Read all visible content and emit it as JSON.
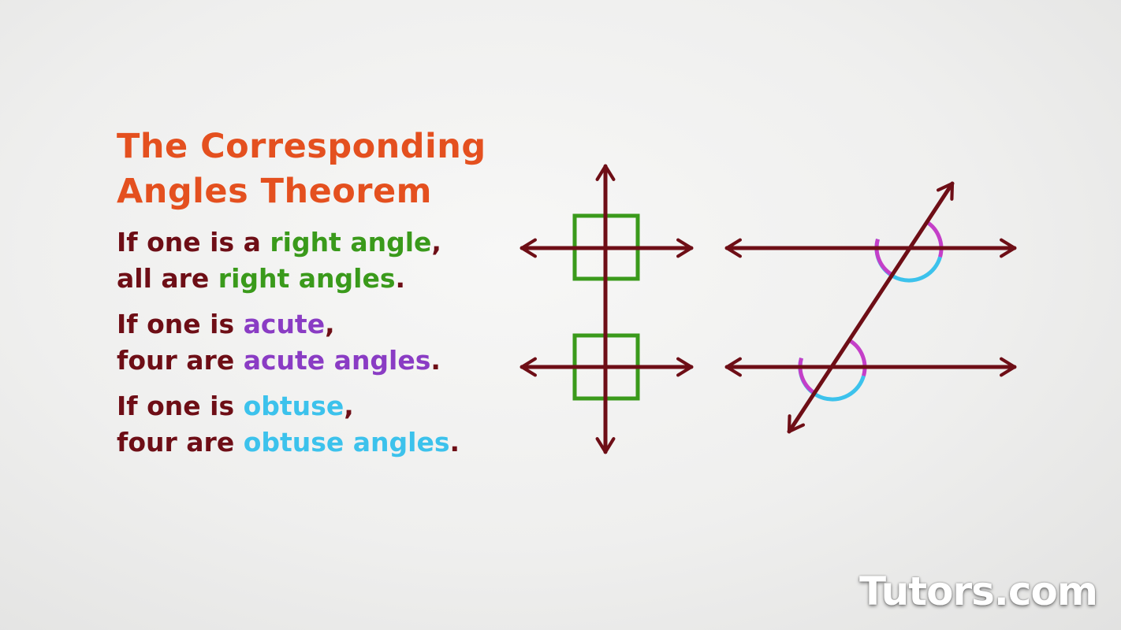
{
  "title": {
    "line1": "The Corresponding",
    "line2": "Angles Theorem"
  },
  "rules": [
    {
      "l1_prefix": "If one is a ",
      "l1_highlight": "right angle",
      "l1_suffix": ",",
      "l2_prefix": "all are ",
      "l2_highlight": "right angles",
      "l2_suffix": "."
    },
    {
      "l1_prefix": "If one is ",
      "l1_highlight": "acute",
      "l1_suffix": ",",
      "l2_prefix": "four are ",
      "l2_highlight": "acute angles",
      "l2_suffix": "."
    },
    {
      "l1_prefix": "If one is ",
      "l1_highlight": "obtuse",
      "l1_suffix": ",",
      "l2_prefix": "four are ",
      "l2_highlight": "obtuse angles",
      "l2_suffix": "."
    }
  ],
  "colors": {
    "title": "#e4501f",
    "text": "#6e0e16",
    "right": "#3a9a1b",
    "acute": "#8a3cc4",
    "obtuse": "#3cc2ec",
    "line": "#6e0e16",
    "acute_arc": "#c43fc8"
  },
  "brand": "Tutors.com"
}
